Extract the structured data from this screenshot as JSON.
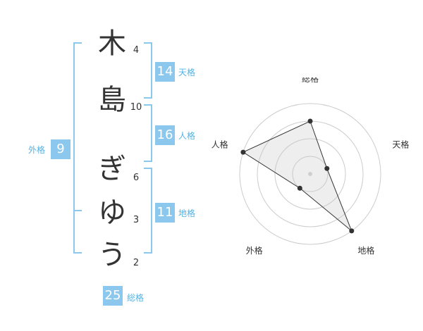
{
  "surname": {
    "chars": [
      "木",
      "島"
    ],
    "strokes": [
      "4",
      "10"
    ]
  },
  "given": {
    "chars": [
      "ぎ",
      "ゆ",
      "う"
    ],
    "strokes": [
      "6",
      "3",
      "2"
    ]
  },
  "fortunes": {
    "tenkaku": {
      "value": "14",
      "label": "天格"
    },
    "jinkaku": {
      "value": "16",
      "label": "人格"
    },
    "chikaku": {
      "value": "11",
      "label": "地格"
    },
    "gaikaku": {
      "value": "9",
      "label": "外格"
    },
    "soukaku": {
      "value": "25",
      "label": "総格"
    }
  },
  "colors": {
    "accent": "#8cc8ee",
    "accent_text": "#52b3e4",
    "text": "#333333",
    "grid": "#cccccc"
  },
  "chart_data": {
    "type": "radar",
    "axes": [
      "総格",
      "天格",
      "地格",
      "外格",
      "人格"
    ],
    "levels": 4,
    "range": [
      0,
      4
    ],
    "values": [
      3,
      1,
      4,
      1,
      4
    ]
  }
}
